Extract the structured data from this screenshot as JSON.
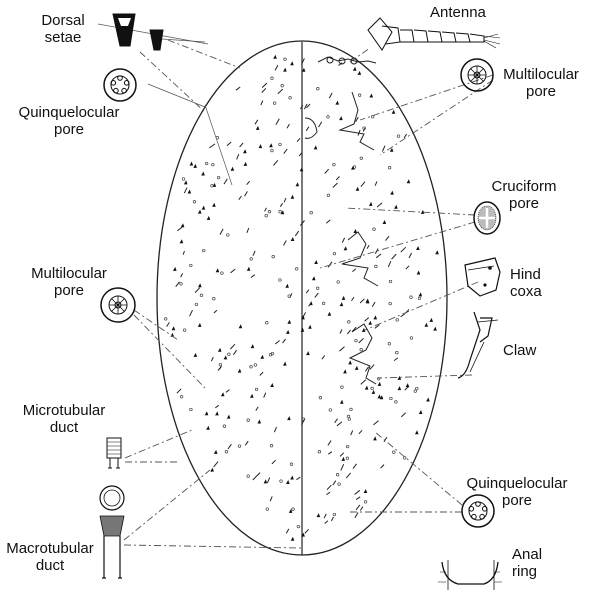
{
  "labels": {
    "dorsal_setae": [
      "Dorsal",
      "setae"
    ],
    "quinquelocular_pore_top": [
      "Quinquelocular",
      "pore"
    ],
    "multilocular_pore_left": [
      "Multilocular",
      "pore"
    ],
    "microtubular_duct": [
      "Microtubular",
      "duct"
    ],
    "macrotubular_duct": [
      "Macrotubular",
      "duct"
    ],
    "antenna": [
      "Antenna"
    ],
    "multilocular_pore_right": [
      "Multilocular",
      "pore"
    ],
    "cruciform_pore": [
      "Cruciform",
      "pore"
    ],
    "hind_coxa": [
      "Hind",
      "coxa"
    ],
    "claw": [
      "Claw"
    ],
    "quinquelocular_pore_bottom": [
      "Quinquelocular",
      "pore"
    ],
    "anal_ring": [
      "Anal",
      "ring"
    ]
  },
  "colors": {
    "ink": "#111111",
    "leader_line": "#555555",
    "background": "#ffffff"
  }
}
